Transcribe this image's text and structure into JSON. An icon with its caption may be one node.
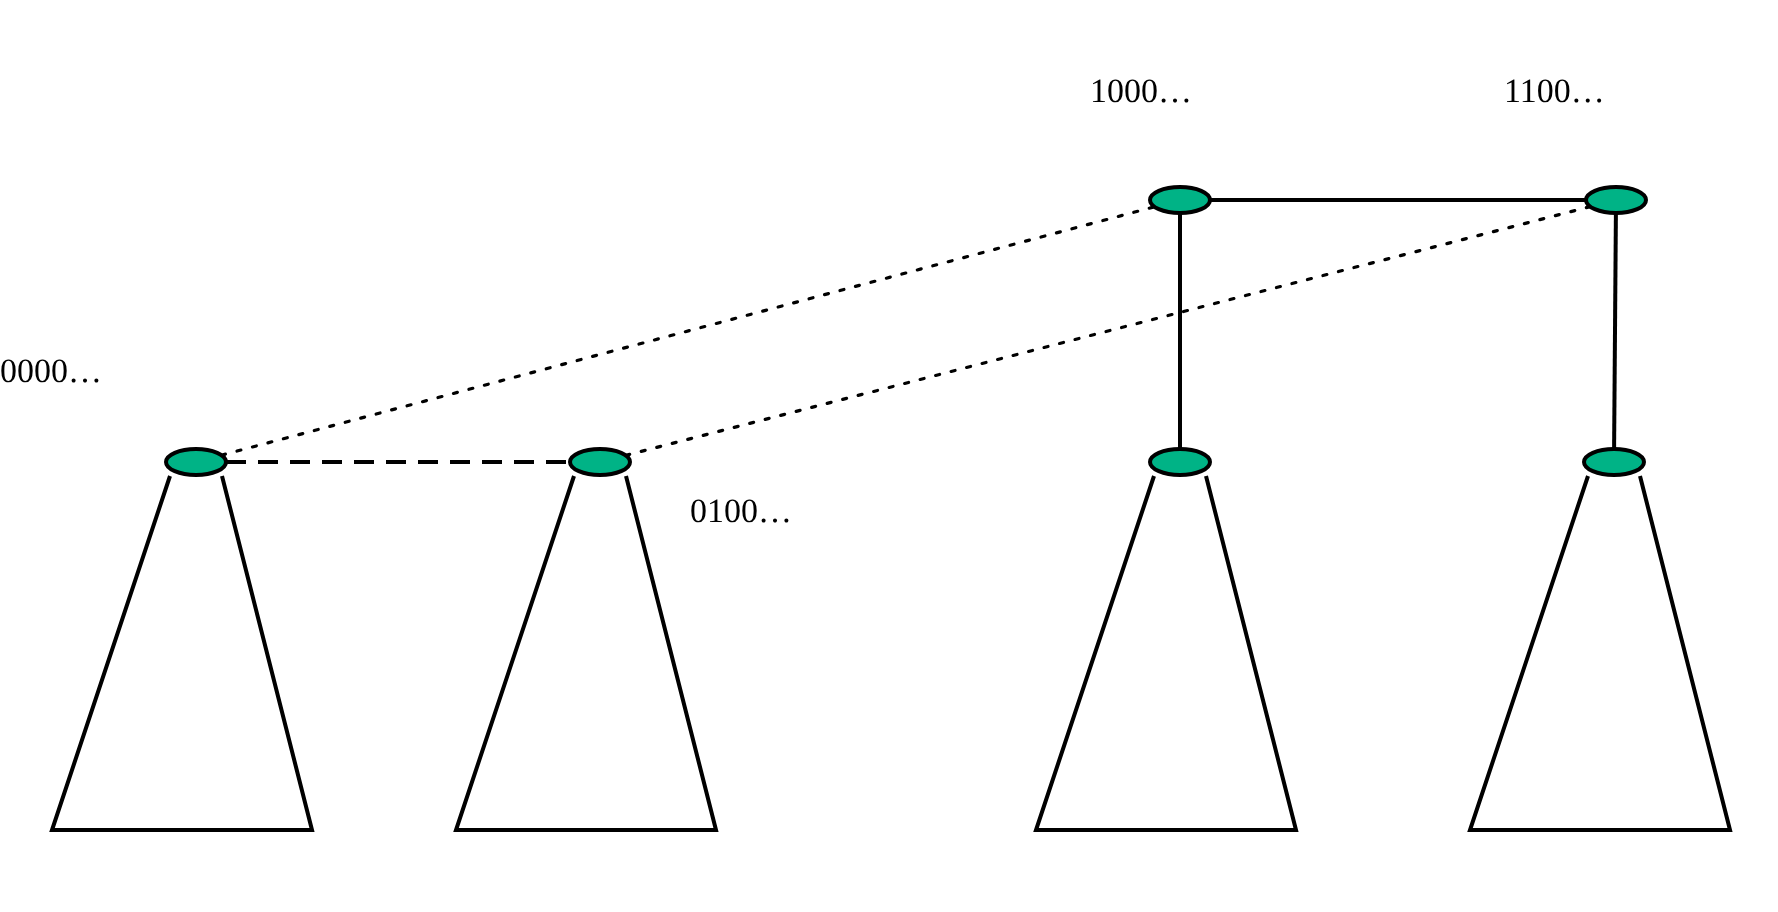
{
  "diagram": {
    "nodes": [
      {
        "text": [],
        "shape": "circle",
        "beside": [
          "1000…"
        ]
      },
      {
        "text": [],
        "shape": "circle",
        "beside": [
          "1100…"
        ]
      },
      {
        "text": [],
        "shape": "circle",
        "beside": [
          "0000…"
        ]
      },
      {
        "text": [],
        "shape": "circle",
        "beside": [
          "0100…"
        ]
      },
      {
        "text": [],
        "shape": "circle"
      },
      {
        "text": [],
        "shape": "circle"
      }
    ],
    "edges": [
      {
        "from": 0,
        "to": 1,
        "arrow": "none"
      },
      {
        "from": 2,
        "to": 0,
        "arrow": "none",
        "style": "dashed"
      },
      {
        "from": 3,
        "to": 1,
        "arrow": "none",
        "style": "dashed"
      },
      {
        "from": 2,
        "to": 3,
        "arrow": "none",
        "style": "dashed"
      },
      {
        "from": 0,
        "to": 4,
        "arrow": "none"
      },
      {
        "from": 1,
        "to": 5,
        "arrow": "none"
      }
    ]
  }
}
